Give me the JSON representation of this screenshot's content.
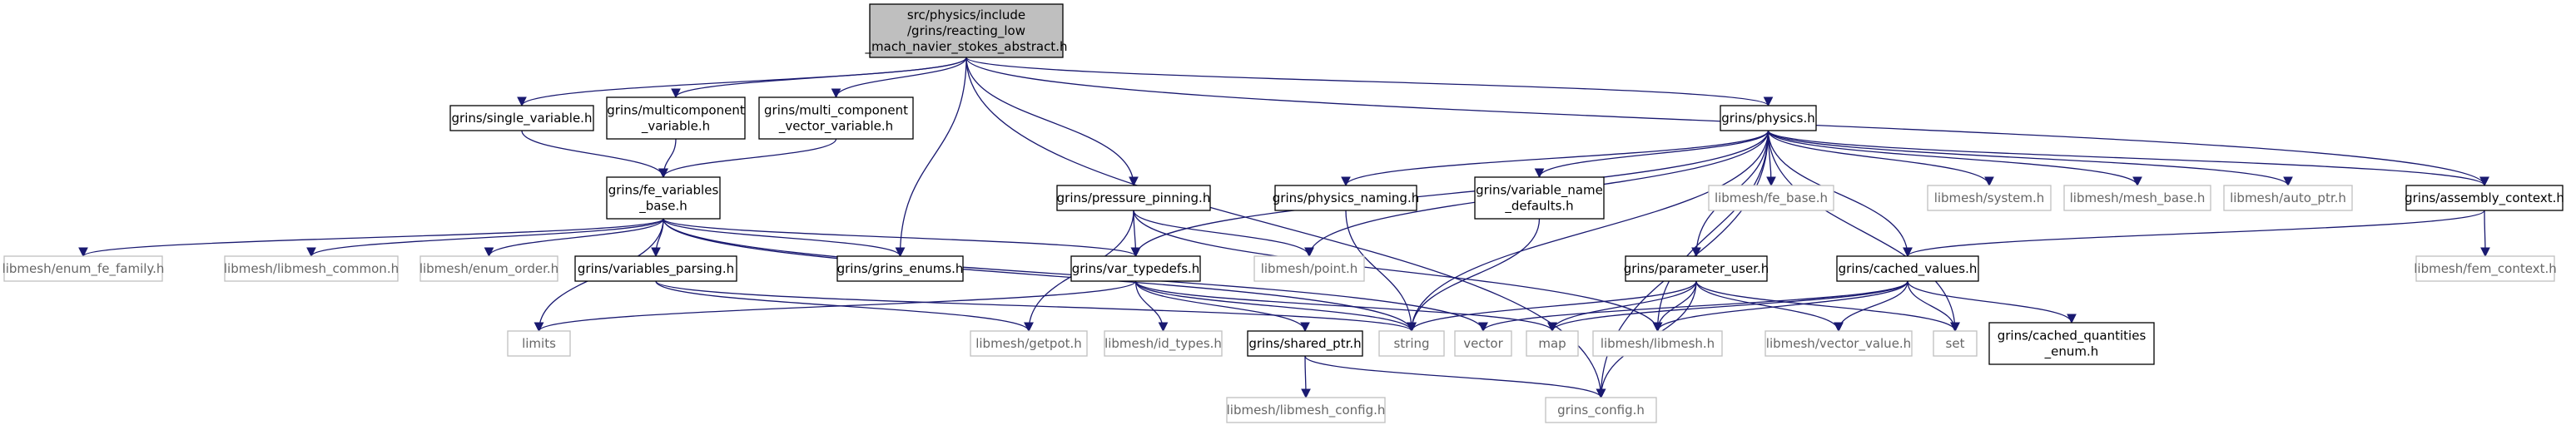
{
  "nodes": [
    {
      "id": "root",
      "lines": [
        "src/physics/include",
        "/grins/reacting_low",
        "_mach_navier_stokes_abstract.h"
      ],
      "kind": "root"
    },
    {
      "id": "single_variable",
      "lines": [
        "grins/single_variable.h"
      ],
      "kind": "internal"
    },
    {
      "id": "multicomponent_variable",
      "lines": [
        "grins/multicomponent",
        "_variable.h"
      ],
      "kind": "internal"
    },
    {
      "id": "multi_component_vector_variable",
      "lines": [
        "grins/multi_component",
        "_vector_variable.h"
      ],
      "kind": "internal"
    },
    {
      "id": "physics",
      "lines": [
        "grins/physics.h"
      ],
      "kind": "internal"
    },
    {
      "id": "fe_variables_base",
      "lines": [
        "grins/fe_variables",
        "_base.h"
      ],
      "kind": "internal"
    },
    {
      "id": "pressure_pinning",
      "lines": [
        "grins/pressure_pinning.h"
      ],
      "kind": "internal"
    },
    {
      "id": "physics_naming",
      "lines": [
        "grins/physics_naming.h"
      ],
      "kind": "internal"
    },
    {
      "id": "variable_name_defaults",
      "lines": [
        "grins/variable_name",
        "_defaults.h"
      ],
      "kind": "internal"
    },
    {
      "id": "fe_base",
      "lines": [
        "libmesh/fe_base.h"
      ],
      "kind": "external"
    },
    {
      "id": "system",
      "lines": [
        "libmesh/system.h"
      ],
      "kind": "external"
    },
    {
      "id": "mesh_base",
      "lines": [
        "libmesh/mesh_base.h"
      ],
      "kind": "external"
    },
    {
      "id": "auto_ptr",
      "lines": [
        "libmesh/auto_ptr.h"
      ],
      "kind": "external"
    },
    {
      "id": "assembly_context",
      "lines": [
        "grins/assembly_context.h"
      ],
      "kind": "internal"
    },
    {
      "id": "enum_fe_family",
      "lines": [
        "libmesh/enum_fe_family.h"
      ],
      "kind": "external"
    },
    {
      "id": "libmesh_common",
      "lines": [
        "libmesh/libmesh_common.h"
      ],
      "kind": "external"
    },
    {
      "id": "enum_order",
      "lines": [
        "libmesh/enum_order.h"
      ],
      "kind": "external"
    },
    {
      "id": "variables_parsing",
      "lines": [
        "grins/variables_parsing.h"
      ],
      "kind": "internal"
    },
    {
      "id": "grins_enums",
      "lines": [
        "grins/grins_enums.h"
      ],
      "kind": "internal"
    },
    {
      "id": "var_typedefs",
      "lines": [
        "grins/var_typedefs.h"
      ],
      "kind": "internal"
    },
    {
      "id": "point",
      "lines": [
        "libmesh/point.h"
      ],
      "kind": "external"
    },
    {
      "id": "parameter_user",
      "lines": [
        "grins/parameter_user.h"
      ],
      "kind": "internal"
    },
    {
      "id": "cached_values",
      "lines": [
        "grins/cached_values.h"
      ],
      "kind": "internal"
    },
    {
      "id": "fem_context",
      "lines": [
        "libmesh/fem_context.h"
      ],
      "kind": "external"
    },
    {
      "id": "limits",
      "lines": [
        "limits"
      ],
      "kind": "external"
    },
    {
      "id": "getpot",
      "lines": [
        "libmesh/getpot.h"
      ],
      "kind": "external"
    },
    {
      "id": "id_types",
      "lines": [
        "libmesh/id_types.h"
      ],
      "kind": "external"
    },
    {
      "id": "shared_ptr",
      "lines": [
        "grins/shared_ptr.h"
      ],
      "kind": "internal"
    },
    {
      "id": "string",
      "lines": [
        "string"
      ],
      "kind": "external"
    },
    {
      "id": "vector",
      "lines": [
        "vector"
      ],
      "kind": "external"
    },
    {
      "id": "map",
      "lines": [
        "map"
      ],
      "kind": "external"
    },
    {
      "id": "libmesh",
      "lines": [
        "libmesh/libmesh.h"
      ],
      "kind": "external"
    },
    {
      "id": "vector_value",
      "lines": [
        "libmesh/vector_value.h"
      ],
      "kind": "external"
    },
    {
      "id": "set",
      "lines": [
        "set"
      ],
      "kind": "external"
    },
    {
      "id": "cached_quantities_enum",
      "lines": [
        "grins/cached_quantities",
        "_enum.h"
      ],
      "kind": "internal"
    },
    {
      "id": "libmesh_config",
      "lines": [
        "libmesh/libmesh_config.h"
      ],
      "kind": "external"
    },
    {
      "id": "grins_config",
      "lines": [
        "grins_config.h"
      ],
      "kind": "external"
    }
  ],
  "edges": [
    [
      "root",
      "single_variable"
    ],
    [
      "root",
      "multicomponent_variable"
    ],
    [
      "root",
      "multi_component_vector_variable"
    ],
    [
      "root",
      "physics"
    ],
    [
      "root",
      "pressure_pinning"
    ],
    [
      "root",
      "grins_enums"
    ],
    [
      "root",
      "grins_config"
    ],
    [
      "root",
      "assembly_context"
    ],
    [
      "single_variable",
      "fe_variables_base"
    ],
    [
      "multicomponent_variable",
      "fe_variables_base"
    ],
    [
      "multi_component_vector_variable",
      "fe_variables_base"
    ],
    [
      "fe_variables_base",
      "enum_fe_family"
    ],
    [
      "fe_variables_base",
      "libmesh_common"
    ],
    [
      "fe_variables_base",
      "enum_order"
    ],
    [
      "fe_variables_base",
      "variables_parsing"
    ],
    [
      "fe_variables_base",
      "grins_enums"
    ],
    [
      "fe_variables_base",
      "var_typedefs"
    ],
    [
      "fe_variables_base",
      "limits"
    ],
    [
      "fe_variables_base",
      "string"
    ],
    [
      "fe_variables_base",
      "vector"
    ],
    [
      "variables_parsing",
      "getpot"
    ],
    [
      "variables_parsing",
      "string"
    ],
    [
      "pressure_pinning",
      "var_typedefs"
    ],
    [
      "pressure_pinning",
      "point"
    ],
    [
      "pressure_pinning",
      "getpot"
    ],
    [
      "pressure_pinning",
      "libmesh"
    ],
    [
      "var_typedefs",
      "limits"
    ],
    [
      "var_typedefs",
      "id_types"
    ],
    [
      "var_typedefs",
      "shared_ptr"
    ],
    [
      "var_typedefs",
      "string"
    ],
    [
      "var_typedefs",
      "map"
    ],
    [
      "shared_ptr",
      "libmesh_config"
    ],
    [
      "shared_ptr",
      "grins_config"
    ],
    [
      "physics",
      "var_typedefs"
    ],
    [
      "physics",
      "point"
    ],
    [
      "physics",
      "physics_naming"
    ],
    [
      "physics",
      "variable_name_defaults"
    ],
    [
      "physics",
      "fe_base"
    ],
    [
      "physics",
      "system"
    ],
    [
      "physics",
      "mesh_base"
    ],
    [
      "physics",
      "auto_ptr"
    ],
    [
      "physics",
      "assembly_context"
    ],
    [
      "physics",
      "parameter_user"
    ],
    [
      "physics",
      "cached_values"
    ],
    [
      "physics",
      "string"
    ],
    [
      "physics",
      "libmesh"
    ],
    [
      "physics",
      "set"
    ],
    [
      "physics",
      "grins_config"
    ],
    [
      "physics_naming",
      "string"
    ],
    [
      "variable_name_defaults",
      "string"
    ],
    [
      "parameter_user",
      "string"
    ],
    [
      "parameter_user",
      "map"
    ],
    [
      "parameter_user",
      "libmesh"
    ],
    [
      "parameter_user",
      "vector_value"
    ],
    [
      "parameter_user",
      "set"
    ],
    [
      "parameter_user",
      "grins_config"
    ],
    [
      "cached_values",
      "vector"
    ],
    [
      "cached_values",
      "map"
    ],
    [
      "cached_values",
      "libmesh"
    ],
    [
      "cached_values",
      "vector_value"
    ],
    [
      "cached_values",
      "set"
    ],
    [
      "cached_values",
      "cached_quantities_enum"
    ],
    [
      "assembly_context",
      "cached_values"
    ],
    [
      "assembly_context",
      "fem_context"
    ]
  ],
  "colors": {
    "root_fill": "#bfbfbf",
    "node_border": "#000000",
    "external_border": "#bfbfbf",
    "edge": "#191970",
    "external_text": "#666666"
  }
}
